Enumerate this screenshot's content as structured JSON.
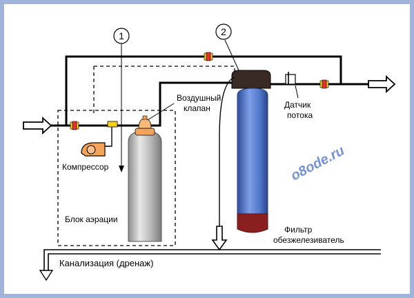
{
  "colors": {
    "background_frame": "#9fb3dc",
    "panel": "#ffffff",
    "pipe": "#000000",
    "valve_red": "#e53030",
    "valve_yellow": "#f2d21a",
    "filter_body": "#4f76c8",
    "filter_base": "#8a1f1f",
    "filter_head": "#3a2a24",
    "aeration_tank": "#b5b5b5",
    "valve_orange": "#f4a45a",
    "watermark": "#5a7fd0"
  },
  "labels": {
    "callout_1": "1",
    "callout_2": "2",
    "air_valve_line1": "Воздушный",
    "air_valve_line2": "клапан",
    "flow_sensor_line1": "Датчик",
    "flow_sensor_line2": "потока",
    "compressor": "Компрессор",
    "aeration_block": "Блок аэрации",
    "filter_line1": "Фильтр",
    "filter_line2": "обезжелезиватель",
    "drain": "Канализация (дренаж)",
    "watermark": "o8ode.ru"
  },
  "icons": {
    "compressor": "compressor-icon",
    "air_valve": "air-valve-icon",
    "flow_sensor": "flow-sensor-icon",
    "valve": "ball-valve-icon"
  }
}
